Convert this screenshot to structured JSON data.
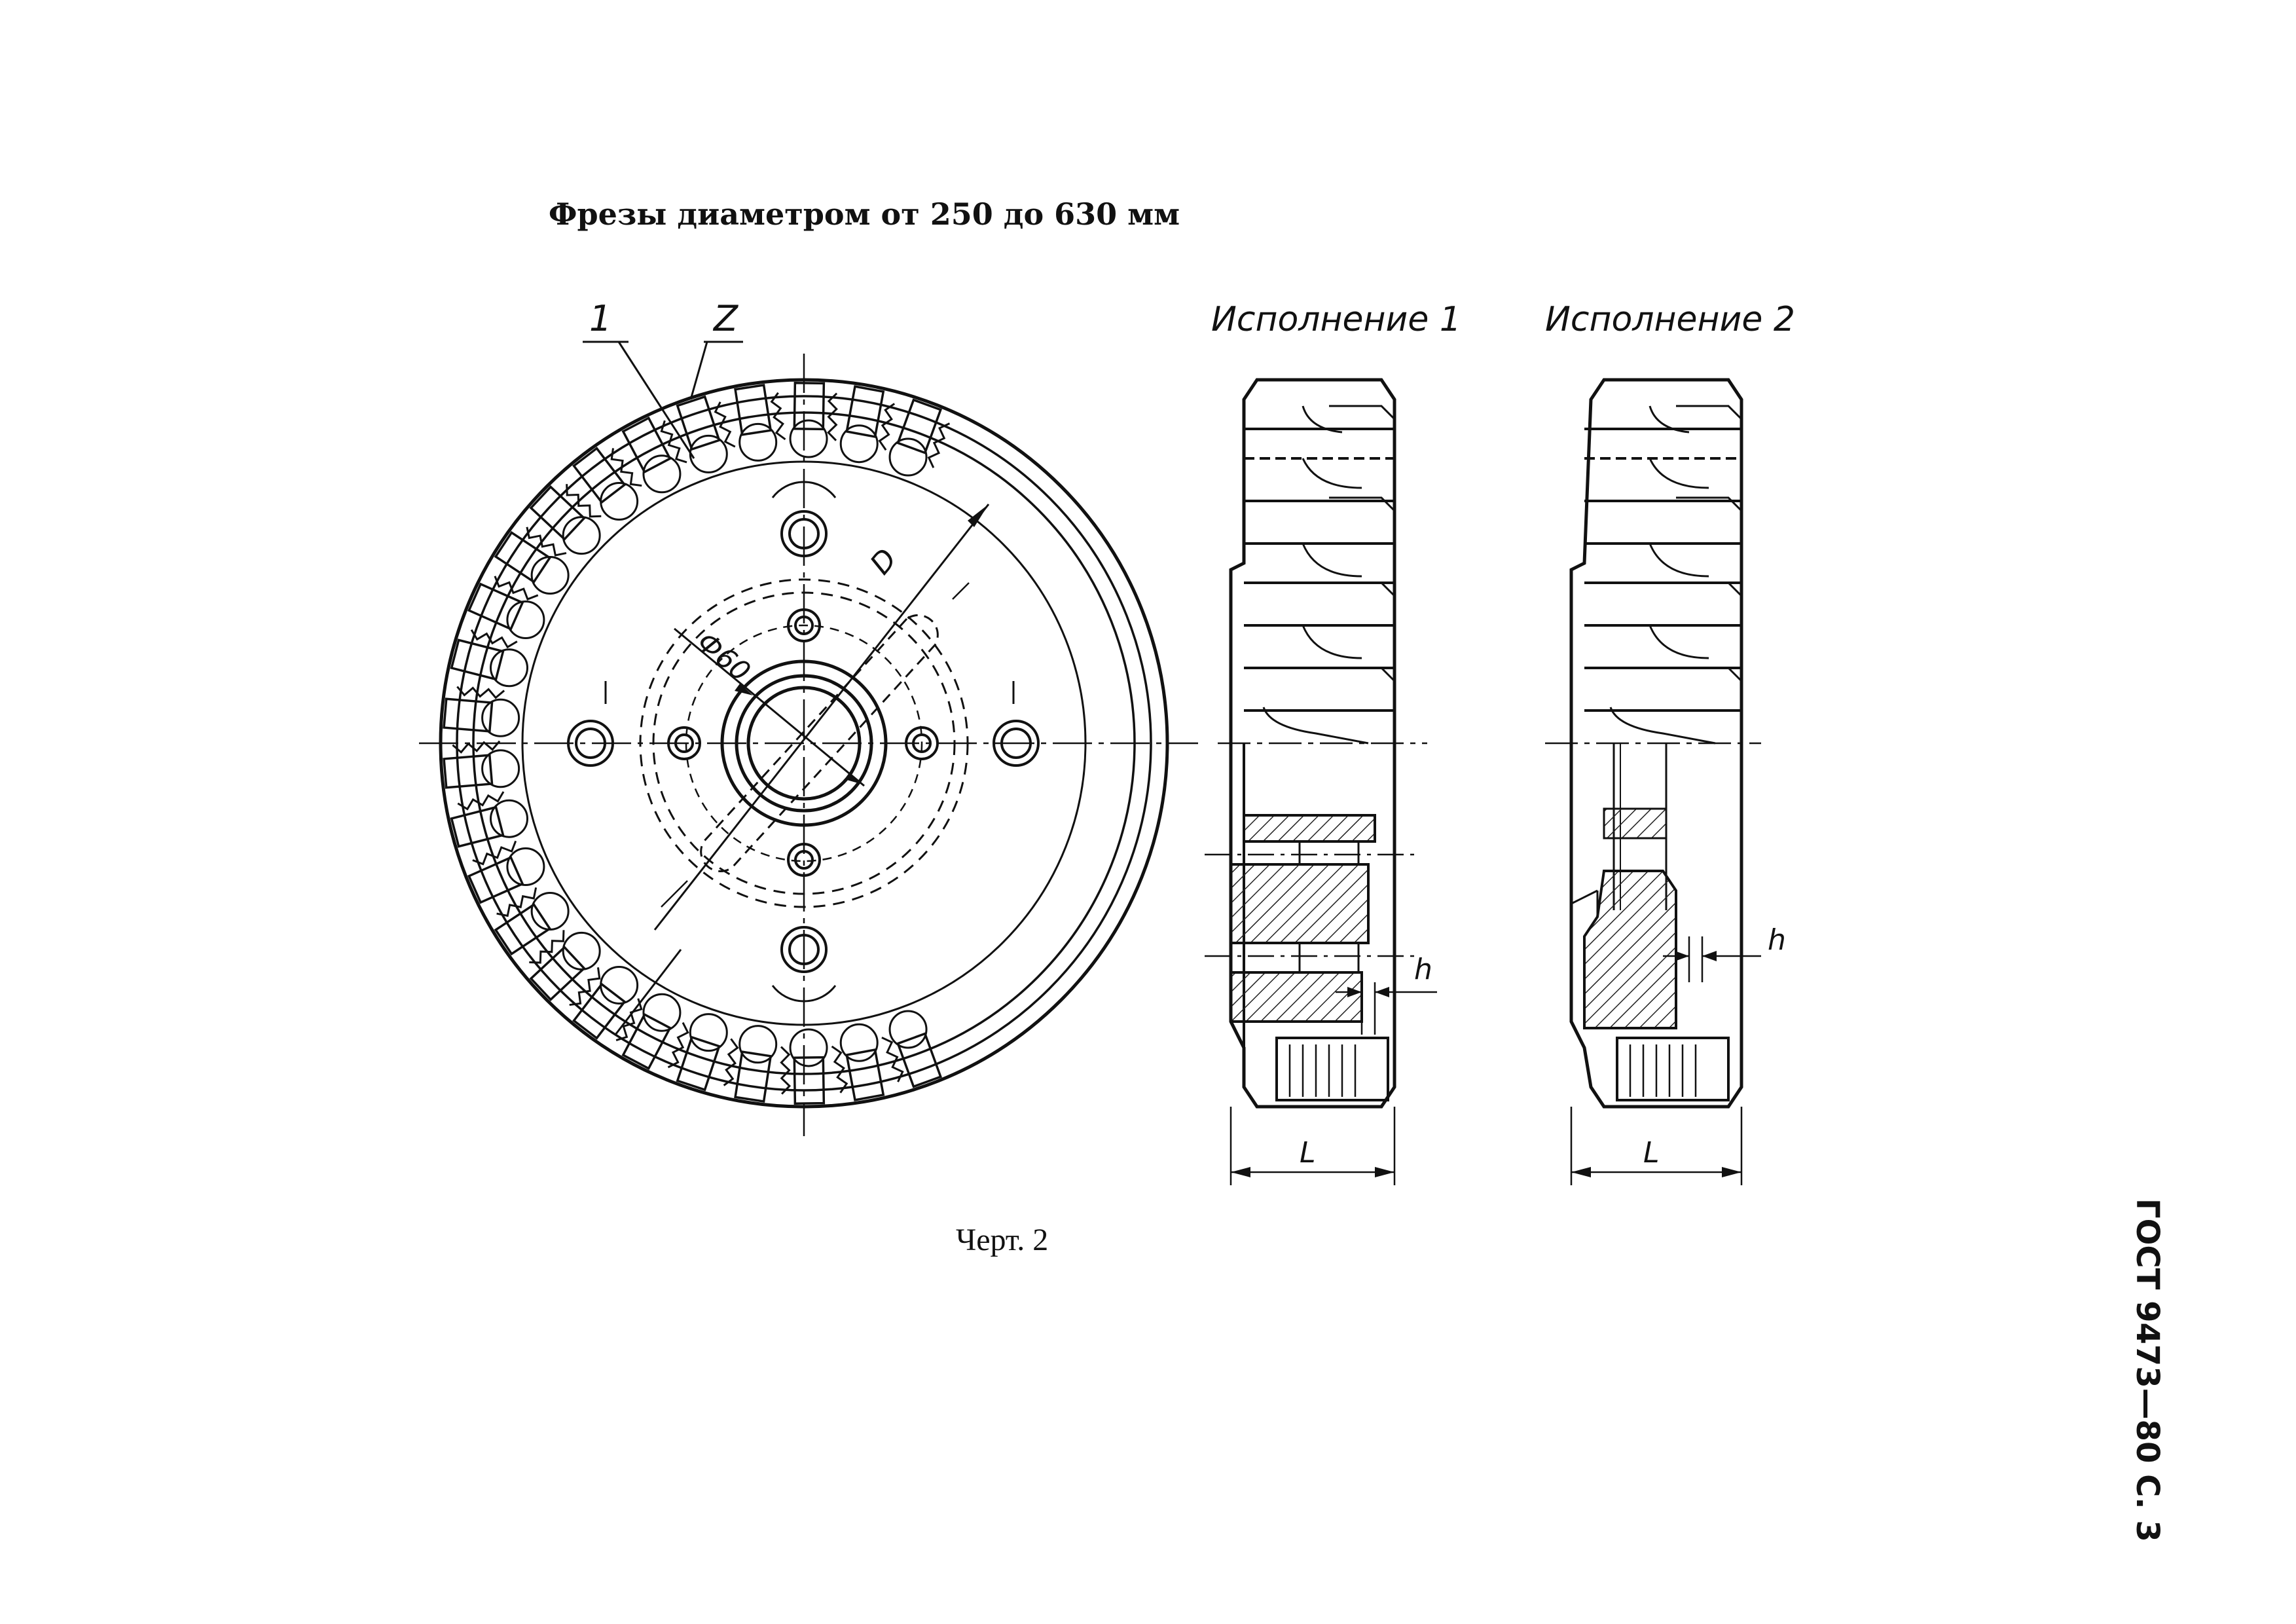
{
  "document": {
    "title": "Фрезы диаметром от 250 до 630 мм",
    "caption": "Черт. 2",
    "standard_code": "ГОСТ 9473—80 С. 3"
  },
  "drawing": {
    "front_view": {
      "label_1": "1",
      "label_z": "Z",
      "label_d": "D",
      "label_phi": "Ф60"
    },
    "variant_1": {
      "heading": "Исполнение 1",
      "label_h": "h",
      "label_l": "L"
    },
    "variant_2": {
      "heading": "Исполнение 2",
      "label_h": "h",
      "label_l": "L"
    }
  }
}
